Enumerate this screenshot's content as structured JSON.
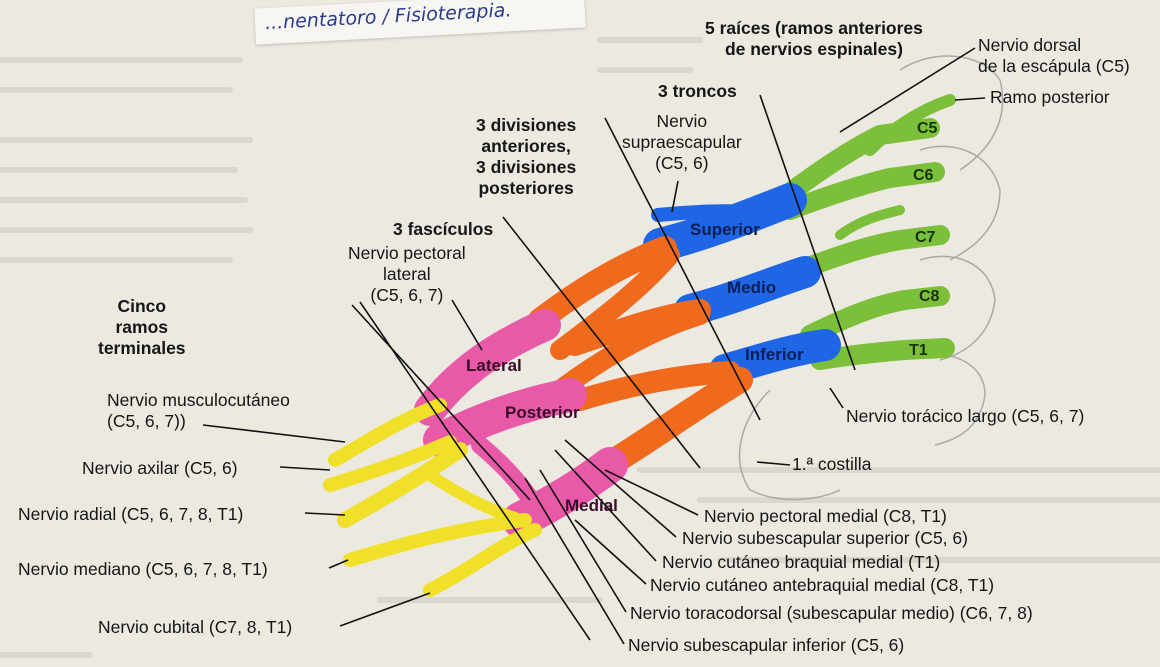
{
  "handwritten_note": "...nentatoro / Fisioterapia.",
  "colors": {
    "roots": "#7cbf3a",
    "trunks": "#1e66e6",
    "divisions": "#f06a1e",
    "cords": "#e85aa8",
    "terminals": "#f0e02a",
    "leader": "#111111",
    "background": "#ece9e1"
  },
  "headers": {
    "roots": "5 raíces (ramos anteriores de nervios espinales)",
    "roots_line1": "5 raíces (ramos anteriores",
    "roots_line2": "de nervios espinales)",
    "trunks": "3 troncos",
    "divisions_line1": "3 divisiones",
    "divisions_line2": "anteriores,",
    "divisions_line3": "3 divisiones",
    "divisions_line4": "posteriores",
    "fascicles": "3 fascículos",
    "terminals_line1": "Cinco",
    "terminals_line2": "ramos",
    "terminals_line3": "terminales"
  },
  "root_labels": [
    "C5",
    "C6",
    "C7",
    "C8",
    "T1"
  ],
  "trunk_labels": [
    "Superior",
    "Medio",
    "Inferior"
  ],
  "cord_labels": [
    "Lateral",
    "Posterior",
    "Medial"
  ],
  "labels": {
    "dorsal_scapular_1": "Nervio dorsal",
    "dorsal_scapular_2": "de la escápula (C5)",
    "ramo_posterior": "Ramo posterior",
    "suprascapular_1": "Nervio",
    "suprascapular_2": "supraescapular",
    "suprascapular_3": "(C5, 6)",
    "pectoral_lateral_1": "Nervio pectoral",
    "pectoral_lateral_2": "lateral",
    "pectoral_lateral_3": "(C5, 6, 7)",
    "toracico_largo": "Nervio torácico largo (C5, 6, 7)",
    "primera_costilla": "1.ª costilla",
    "musculocutaneo_1": "Nervio musculocutáneo",
    "musculocutaneo_2": "(C5, 6, 7))",
    "axilar": "Nervio axilar (C5, 6)",
    "radial": "Nervio radial (C5, 6, 7, 8, T1)",
    "mediano": "Nervio mediano (C5, 6, 7, 8, T1)",
    "cubital": "Nervio cubital (C7, 8, T1)",
    "pectoral_medial": "Nervio pectoral medial (C8, T1)",
    "subescapular_superior": "Nervio subescapular superior (C5, 6)",
    "cutaneo_braquial": "Nervio cutáneo braquial medial (T1)",
    "cutaneo_antebraquial": "Nervio cutáneo antebraquial medial (C8, T1)",
    "toracodorsal": "Nervio toracodorsal (subescapular medio) (C6, 7, 8)",
    "subescapular_inferior": "Nervio subescapular inferior (C5, 6)"
  }
}
